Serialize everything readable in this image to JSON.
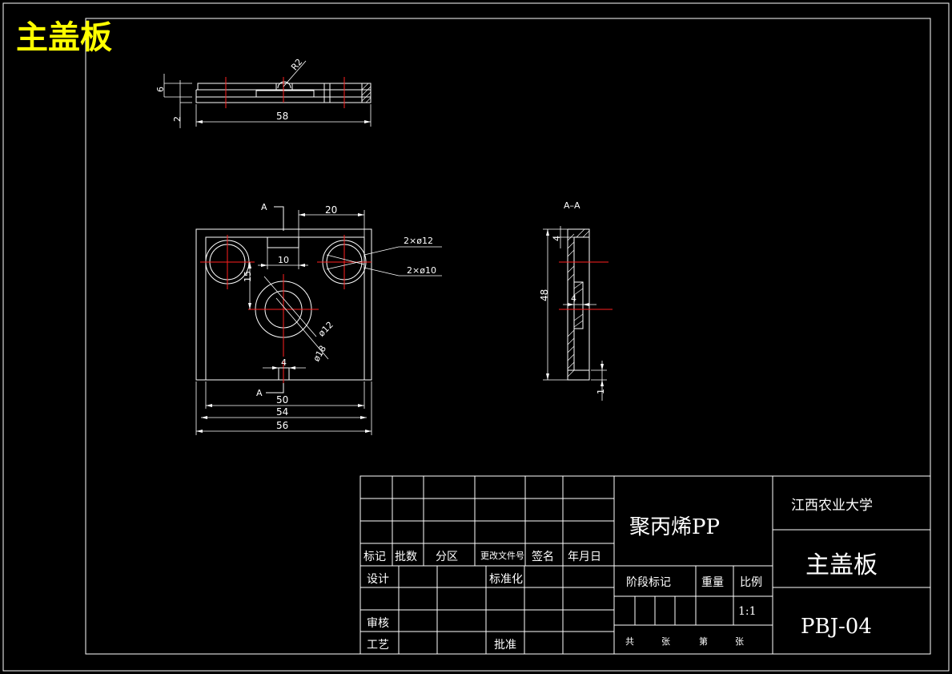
{
  "sheet_title": "主盖板",
  "top_view": {
    "dim_height": "6",
    "dim_step": "2",
    "dim_length": "58",
    "radius": "R2"
  },
  "front_view": {
    "section_label_top": "A",
    "section_label_bottom": "A",
    "dim_hole_offset": "20",
    "dim_slot_width": "10",
    "dim_center_offset": "15",
    "dim_small_slot": "4",
    "dim_inner": "50",
    "dim_middle": "54",
    "dim_outer": "56",
    "label_holes_12": "2×ø12",
    "label_holes_10": "2×ø10",
    "label_inner_dia": "ø12",
    "label_outer_dia": "ø18"
  },
  "section_view": {
    "title": "A–A",
    "dim_top": "4",
    "dim_mid": "4",
    "dim_height": "48",
    "dim_bottom": "1"
  },
  "title_block": {
    "header_labels": [
      "标记",
      "批数",
      "分区",
      "更改文件号",
      "签名",
      "年月日"
    ],
    "row_design": "设计",
    "row_standard": "标准化",
    "row_review": "审核",
    "row_process": "工艺",
    "row_approve": "批准",
    "material": "聚丙烯PP",
    "stage_mark": "阶段标记",
    "weight": "重量",
    "ratio": "比例",
    "ratio_value": "1:1",
    "total_label": "共",
    "sheets_label": "张",
    "page_label": "第",
    "sheet_label2": "张",
    "school": "江西农业大学",
    "part_name": "主盖板",
    "drawing_no": "PBJ-04"
  }
}
